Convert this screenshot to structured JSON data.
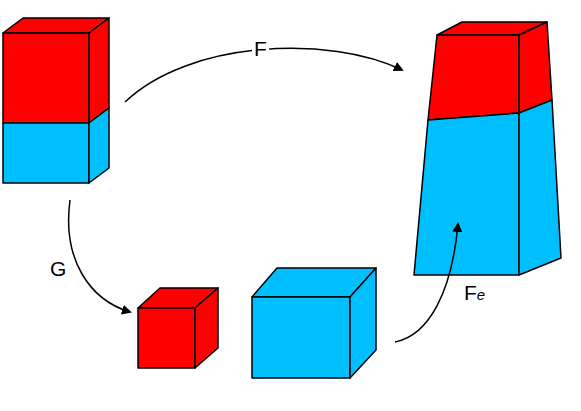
{
  "diagram": {
    "labels": [
      "F",
      "G",
      "Fe"
    ]
  }
}
